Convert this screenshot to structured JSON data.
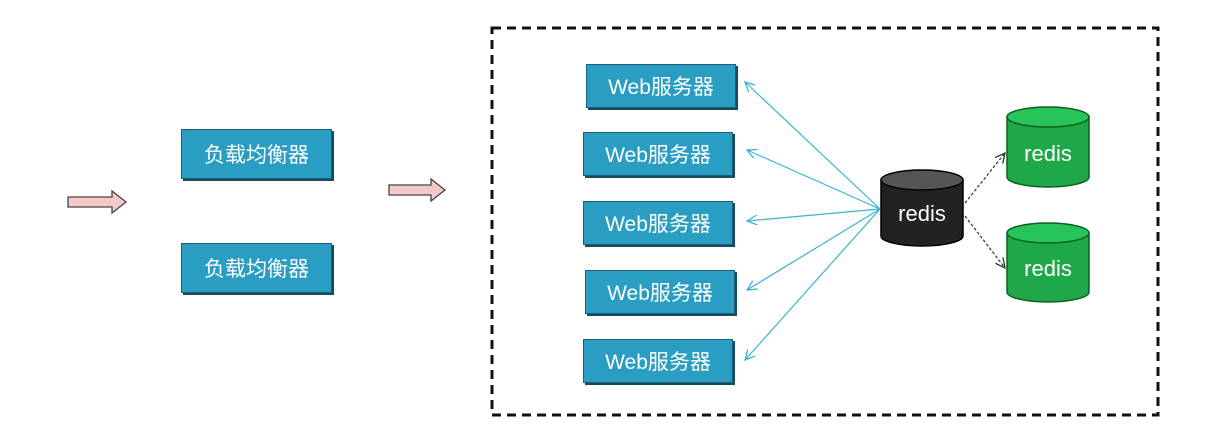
{
  "load_balancers": [
    "负载均衡器",
    "负载均衡器"
  ],
  "web_servers": [
    "Web服务器",
    "Web服务器",
    "Web服务器",
    "Web服务器",
    "Web服务器"
  ],
  "redis_master": {
    "label": "redis",
    "color": "#222222"
  },
  "redis_slaves": [
    {
      "label": "redis",
      "color": "#1fa84a"
    },
    {
      "label": "redis",
      "color": "#1fa84a"
    }
  ],
  "colors": {
    "box_fill": "#2a9ec2",
    "connector_master_to_web": "#3ab3d4",
    "connector_master_to_slave": "#333333",
    "flow_arrow_fill": "#f6c9c9"
  }
}
